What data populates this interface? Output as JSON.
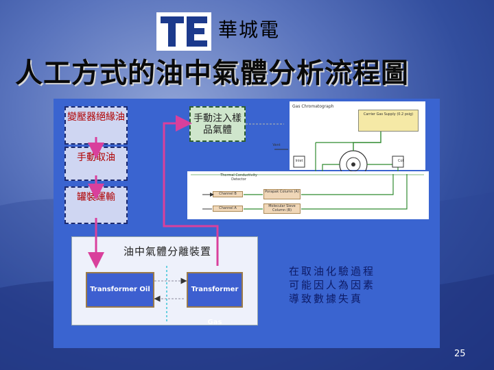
{
  "header": {
    "logo_text": "TE",
    "company": "華城電",
    "title": "人工方式的油中氣體分析流程圖"
  },
  "flow": {
    "step1": "變壓器絕緣油",
    "step2": "手動取油",
    "step3": "罐裝運輸",
    "inject": "手動注入樣品氣體",
    "separator": "油中氣體分離裝置",
    "container_oil": "Transformer Oil",
    "container_gas": "Transformer Gas"
  },
  "gc_schematic": {
    "title": "Gas Chromatograph",
    "supply": "Carrier Gas Supply (0.2 psig)",
    "thermal": "Thermal Conductivity Detector",
    "channel_b": "Channel B",
    "channel_a": "Channel A",
    "column_a": "Porapak Column (A)",
    "column_b": "Molecular Sieve Column (B)",
    "vent": "Vent",
    "inlet": "Inlet",
    "col_label": "Col"
  },
  "note": {
    "line1": "在取油化驗過程",
    "line2": "可能因人為因素",
    "line3": "導致數據失真"
  },
  "page_number": "25",
  "colors": {
    "arrow": "#d9409c",
    "panel": "#3a64d0",
    "step_text": "#b00000"
  }
}
